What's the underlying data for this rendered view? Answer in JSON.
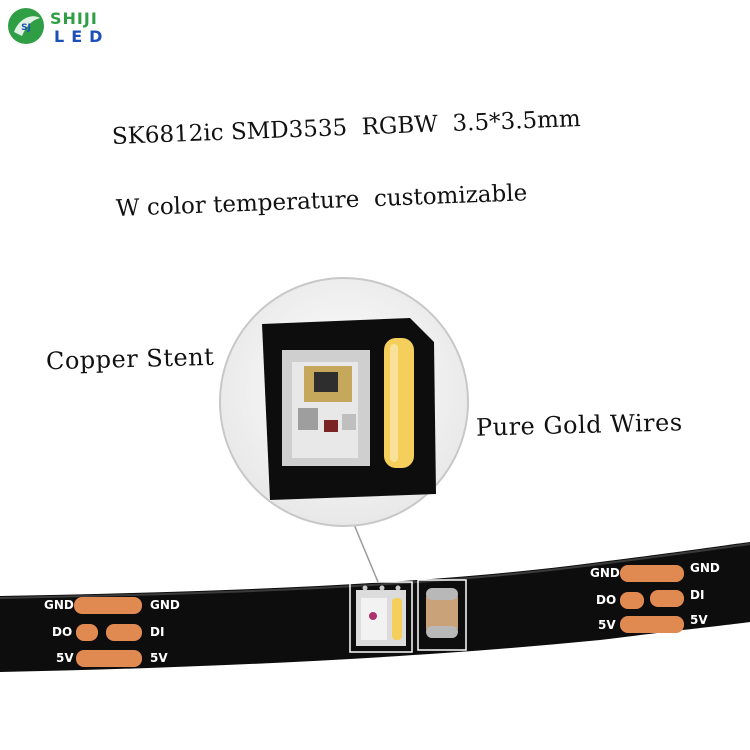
{
  "brand": {
    "mark_text": "SJ",
    "name_top": "SHIJI",
    "name_bottom": "LED",
    "green": "#2f9e44",
    "blue": "#1d4fb8"
  },
  "spec": {
    "line1": "SK6812ic SMD3535  RGBW  3.5*3.5mm",
    "line2": "W color temperature  customizable"
  },
  "callouts": {
    "left": "Copper Stent",
    "right": "Pure Gold Wires"
  },
  "pads_left": [
    {
      "left": "GND",
      "right": "GND"
    },
    {
      "left": "DO",
      "right": "DI"
    },
    {
      "left": "5V",
      "right": "5V"
    }
  ],
  "pads_right": [
    {
      "left": "GND",
      "right": "GND"
    },
    {
      "left": "DO",
      "right": "DI"
    },
    {
      "left": "5V",
      "right": "5V"
    }
  ],
  "colors": {
    "strip": "#0d0d0d",
    "pad": "#e08a52",
    "led_white": "#f2f2f2",
    "phosphor": "#f4cf5c"
  }
}
